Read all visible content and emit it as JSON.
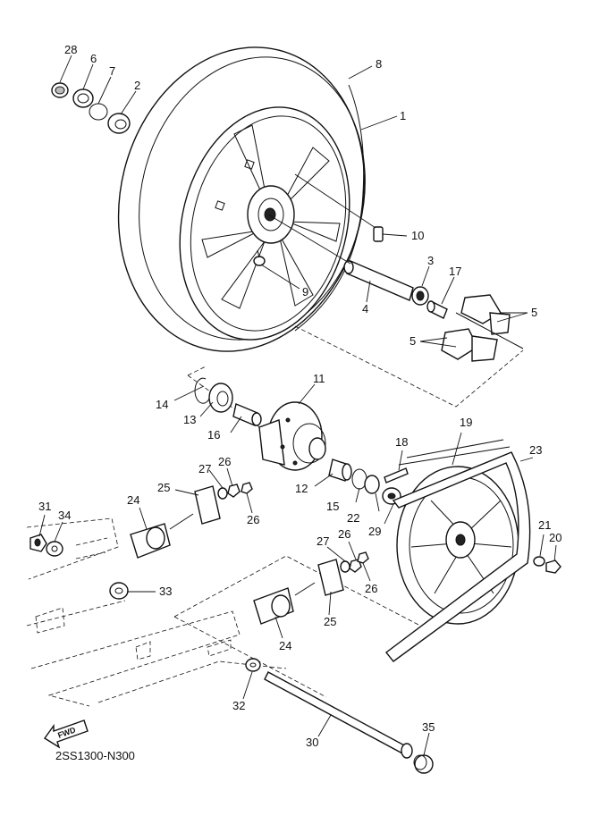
{
  "diagram_code": "2SS1300-N300",
  "fwd_label": "FWD",
  "callouts": {
    "n1": "1",
    "n2": "2",
    "n3": "3",
    "n4": "4",
    "n5a": "5",
    "n5b": "5",
    "n6": "6",
    "n7": "7",
    "n8": "8",
    "n9": "9",
    "n10": "10",
    "n11": "11",
    "n12": "12",
    "n13": "13",
    "n14": "14",
    "n15": "15",
    "n16": "16",
    "n17": "17",
    "n18": "18",
    "n19": "19",
    "n20": "20",
    "n21": "21",
    "n22": "22",
    "n23": "23",
    "n24a": "24",
    "n24b": "24",
    "n25a": "25",
    "n25b": "25",
    "n26a": "26",
    "n26b": "26",
    "n26c": "26",
    "n26d": "26",
    "n27a": "27",
    "n27b": "27",
    "n28": "28",
    "n29": "29",
    "n30": "30",
    "n31": "31",
    "n32": "32",
    "n33": "33",
    "n34": "34",
    "n35": "35"
  }
}
